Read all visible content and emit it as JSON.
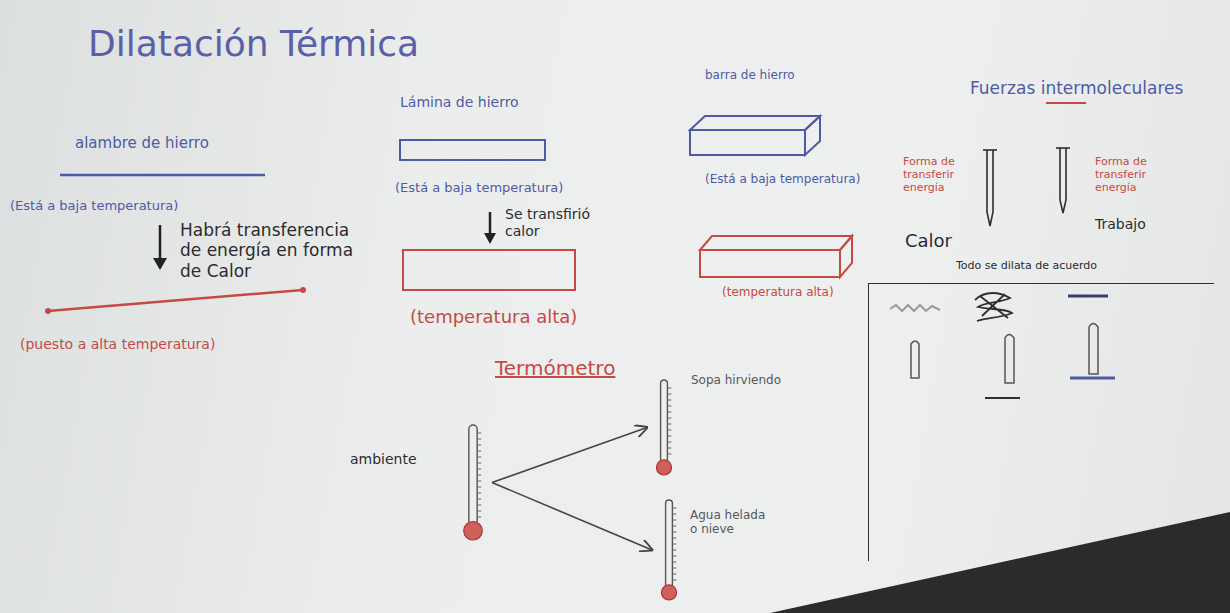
{
  "diagram": {
    "title": "Dilatación Térmica",
    "nodes": [
      {
        "text": [
          "Todo se dilata de acuerdo"
        ]
      },
      {
        "text": [
          "ambiente"
        ]
      },
      {
        "text": [
          "Sopa hirviendo"
        ]
      },
      {
        "text": [
          "Agua helada o nieve"
        ]
      }
    ],
    "edges": [
      {
        "from": 1,
        "to": 2,
        "arrow": "to"
      },
      {
        "from": 1,
        "to": 3,
        "arrow": "to"
      }
    ],
    "labels": [
      "alambre de hierro",
      "(Está a baja temperatura)",
      "Habrá transferencia de energía en forma de Calor",
      "(puesto a alta temperatura)",
      "Lámina de hierro",
      "(Está a baja temperatura)",
      "Se transfirió calor",
      "(temperatura alta)",
      "barra de hierro",
      "(Está a baja temperatura)",
      "(temperatura alta)",
      "Fuerzas intermoleculares",
      "Forma de transferir energía",
      "Forma de transferir energía",
      "Calor",
      "Trabajo",
      "Termómetro"
    ]
  }
}
